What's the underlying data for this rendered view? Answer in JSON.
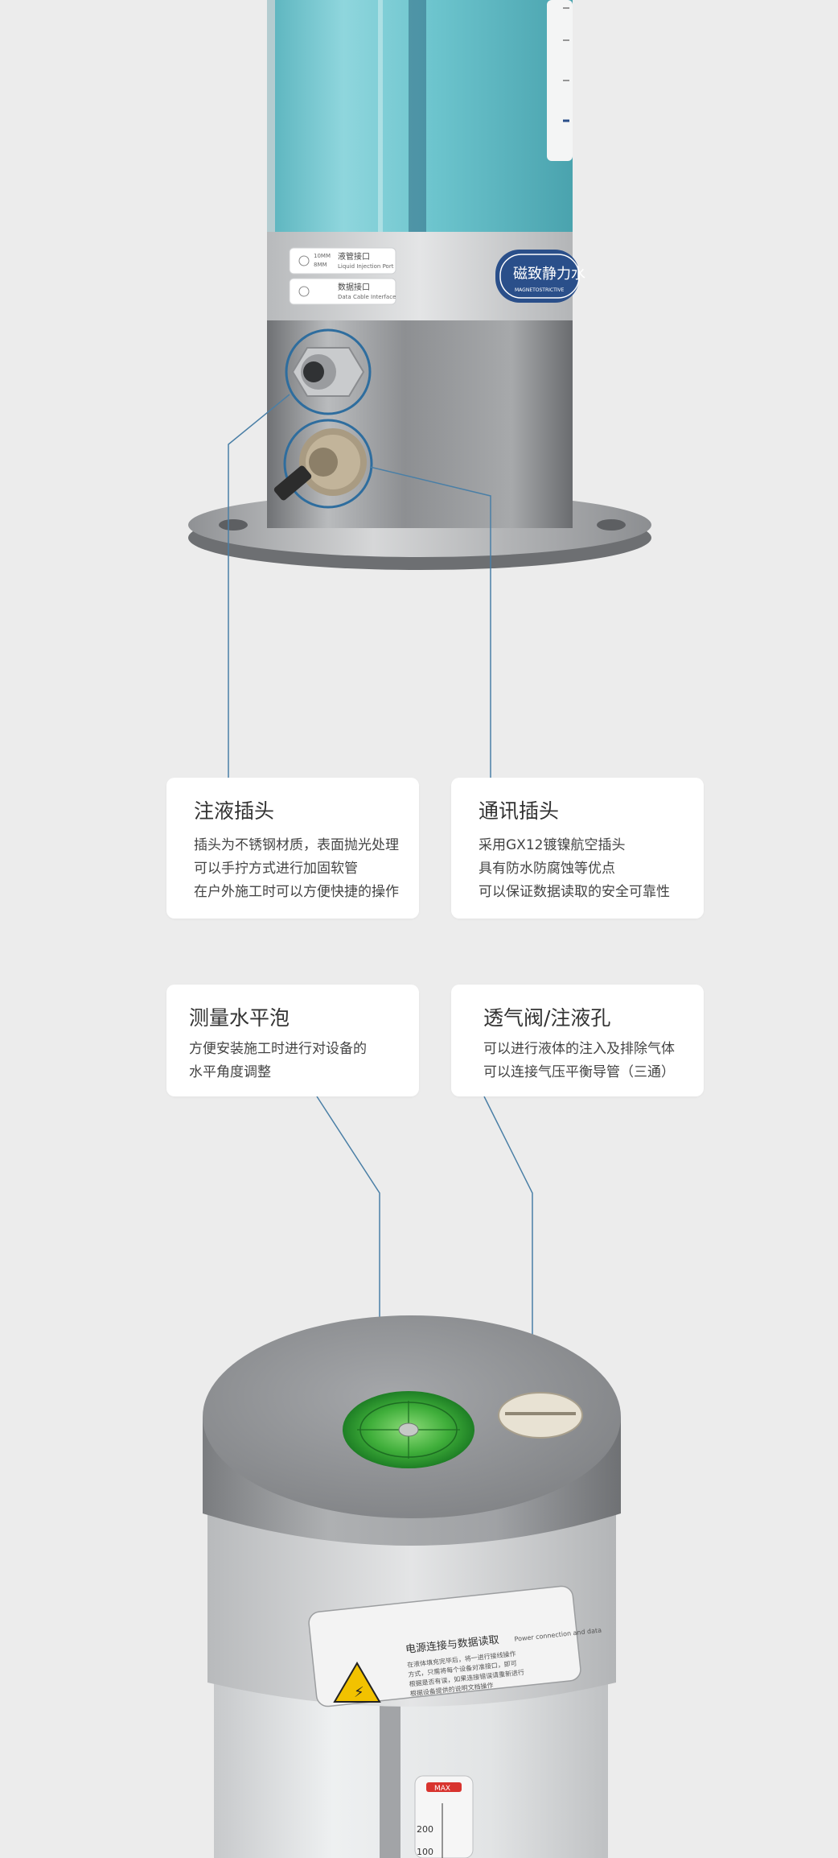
{
  "cards": [
    {
      "title": "注液插头",
      "lines": [
        "插头为不锈钢材质，表面抛光处理",
        "可以手拧方式进行加固软管",
        "在户外施工时可以方便快捷的操作"
      ]
    },
    {
      "title": "通讯插头",
      "lines": [
        "采用GX12镀镍航空插头",
        "具有防水防腐蚀等优点",
        "可以保证数据读取的安全可靠性"
      ]
    },
    {
      "title": "测量水平泡",
      "lines": [
        "方便安装施工时进行对设备的",
        "水平角度调整"
      ]
    },
    {
      "title": "透气阀/注液孔",
      "lines": [
        "可以进行液体的注入及排除气体",
        "可以连接气压平衡导管（三通）"
      ]
    }
  ],
  "product_top": {
    "port_label_1": {
      "cn": "液管接口",
      "en": "Liquid Injection Port",
      "size_a": "10MM",
      "size_b": "8MM"
    },
    "port_label_2": {
      "cn": "数据接口",
      "en": "Data Cable Interface"
    },
    "brand_badge": {
      "cn": "磁致静力水",
      "en": "MAGNETOSTRICTIVE"
    }
  },
  "product_bottom": {
    "warning_title": "电源连接与数据读取",
    "warning_en": "Power connection and data",
    "warning_text_1": "在液体填充完毕后，将一进行接线操作",
    "warning_text_2": "方式，只需将每个设备对准接口，即可",
    "warning_text_3": "根据是否有误，如果连接错误请重新进行",
    "warning_text_4": "根据设备提供的说明文档操作",
    "gauge_max": "MAX",
    "gauge_value": "200",
    "gauge_value_2": "100"
  },
  "colors": {
    "background": "#ececec",
    "card": "#ffffff",
    "leader_line": "#4a7fa6",
    "liquid": "#6fc3cc",
    "metal": "#8a8c8f",
    "bubble_green": "#2ea23a",
    "badge_blue": "#2a4f8a",
    "warning_yellow": "#f2c200"
  }
}
